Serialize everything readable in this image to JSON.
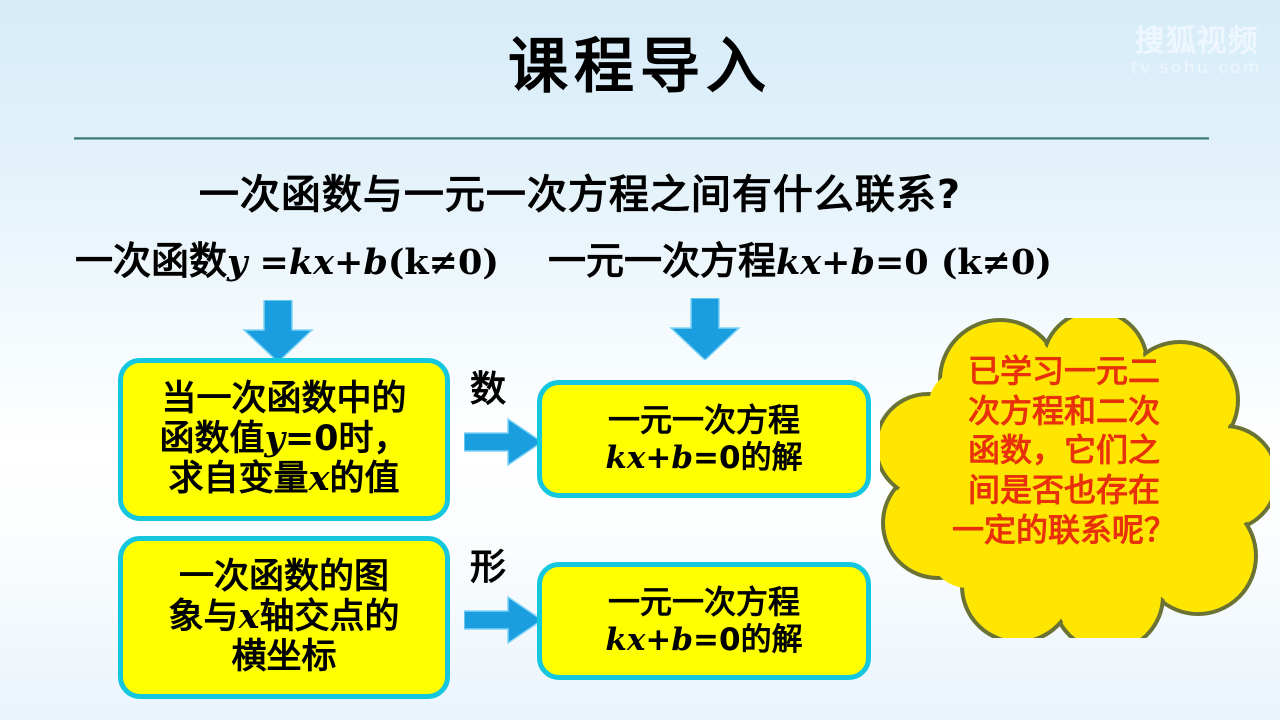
{
  "slide": {
    "title": "课程导入",
    "subtitle": "一次函数与一元一次方程之间有什么联系?",
    "colors": {
      "background_top": "#d6ecf8",
      "background_bottom": "#e9f4fc",
      "box_fill": "#ffff00",
      "box_border": "#14c6de",
      "arrow": "#1a9ee0",
      "divider": "#2d6b62",
      "cloud_fill": "#ffe600",
      "cloud_outline": "#6b7334",
      "cloud_text": "#e8300a",
      "title_text": "#000000"
    }
  },
  "watermark": {
    "cn": "搜狐视频",
    "url": "tv.sohu.com"
  },
  "formulas": {
    "left": {
      "label": "一次函数",
      "expr_y": "y",
      "expr_eq": "=",
      "expr_k": "k",
      "expr_x": "x",
      "expr_plus": "+",
      "expr_b": "b",
      "expr_cond": "(k≠0)",
      "full": "一次函数y=kx+b(k≠0)"
    },
    "right": {
      "label": "一元一次方程",
      "expr_k": "k",
      "expr_x": "x",
      "expr_plus": "+",
      "expr_b": "b",
      "expr_eq0": "=0",
      "expr_cond": "(k≠0)",
      "full": "一元一次方程kx+b=0 (k≠0)"
    }
  },
  "boxes": {
    "left_top": {
      "line1": "当一次函数中的",
      "line2_a": "函数值",
      "line2_var": "y",
      "line2_b": "=0时，",
      "line3_a": "求自变量",
      "line3_var": "x",
      "line3_b": "的值"
    },
    "left_bottom": {
      "line1": "一次函数的图",
      "line2_a": "象与",
      "line2_var": "x",
      "line2_b": "轴交点的",
      "line3": "横坐标"
    },
    "right_top": {
      "line1": "一元一次方程",
      "line2_k": "k",
      "line2_x": "x",
      "line2_plus": "+",
      "line2_b": "b",
      "line2_rest": "=0的解"
    },
    "right_bottom": {
      "line1": "一元一次方程",
      "line2_k": "k",
      "line2_x": "x",
      "line2_plus": "+",
      "line2_b": "b",
      "line2_rest": "=0的解"
    }
  },
  "labels": {
    "shu": "数",
    "xing": "形"
  },
  "cloud": {
    "line1": "已学习一元二",
    "line2": "次方程和二次",
    "line3": "函数，它们之",
    "line4": "间是否也存在",
    "line5": "一定的联系呢？"
  }
}
